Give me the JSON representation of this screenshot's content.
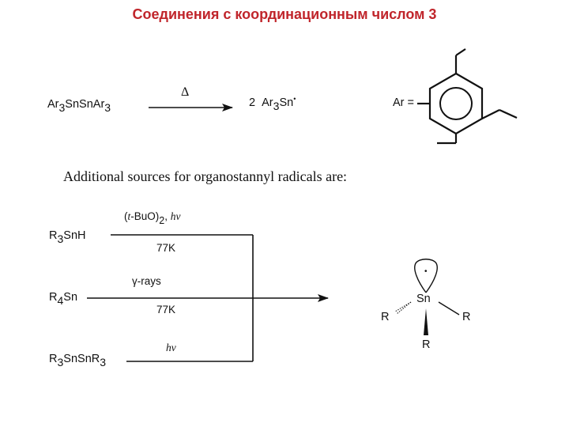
{
  "title": "Соединения с координационным числом 3",
  "reaction1": {
    "reactant": {
      "main": "Ar",
      "s1": "3",
      "mid": "SnSnAr",
      "s2": "3"
    },
    "condition": "Δ",
    "product": {
      "coef": "2",
      "main": "Ar",
      "s1": "3",
      "mid": "Sn",
      "radical": "•"
    },
    "ar_label": "Ar ="
  },
  "note": "Additional sources for organostannyl radicals are:",
  "sources": [
    {
      "main": "R",
      "s1": "3",
      "mid": "SnH",
      "s2": "",
      "cond_top": {
        "a": "(",
        "b": "t",
        "c": "-BuO)",
        "sub": "2",
        "d": ",",
        "e": "hν"
      },
      "cond_bottom": "77K"
    },
    {
      "main": "R",
      "s1": "4",
      "mid": "Sn",
      "s2": "",
      "cond_top": {
        "a": "γ-rays"
      },
      "cond_bottom": "77K"
    },
    {
      "main": "R",
      "s1": "3",
      "mid": "SnSnR",
      "s2": "3",
      "cond_top": {
        "a": "hν"
      },
      "cond_bottom": ""
    }
  ],
  "product_structure": {
    "center": "Sn",
    "left_group": "R",
    "right_group": "R",
    "bottom_group": "R",
    "lone_electron": "•"
  }
}
